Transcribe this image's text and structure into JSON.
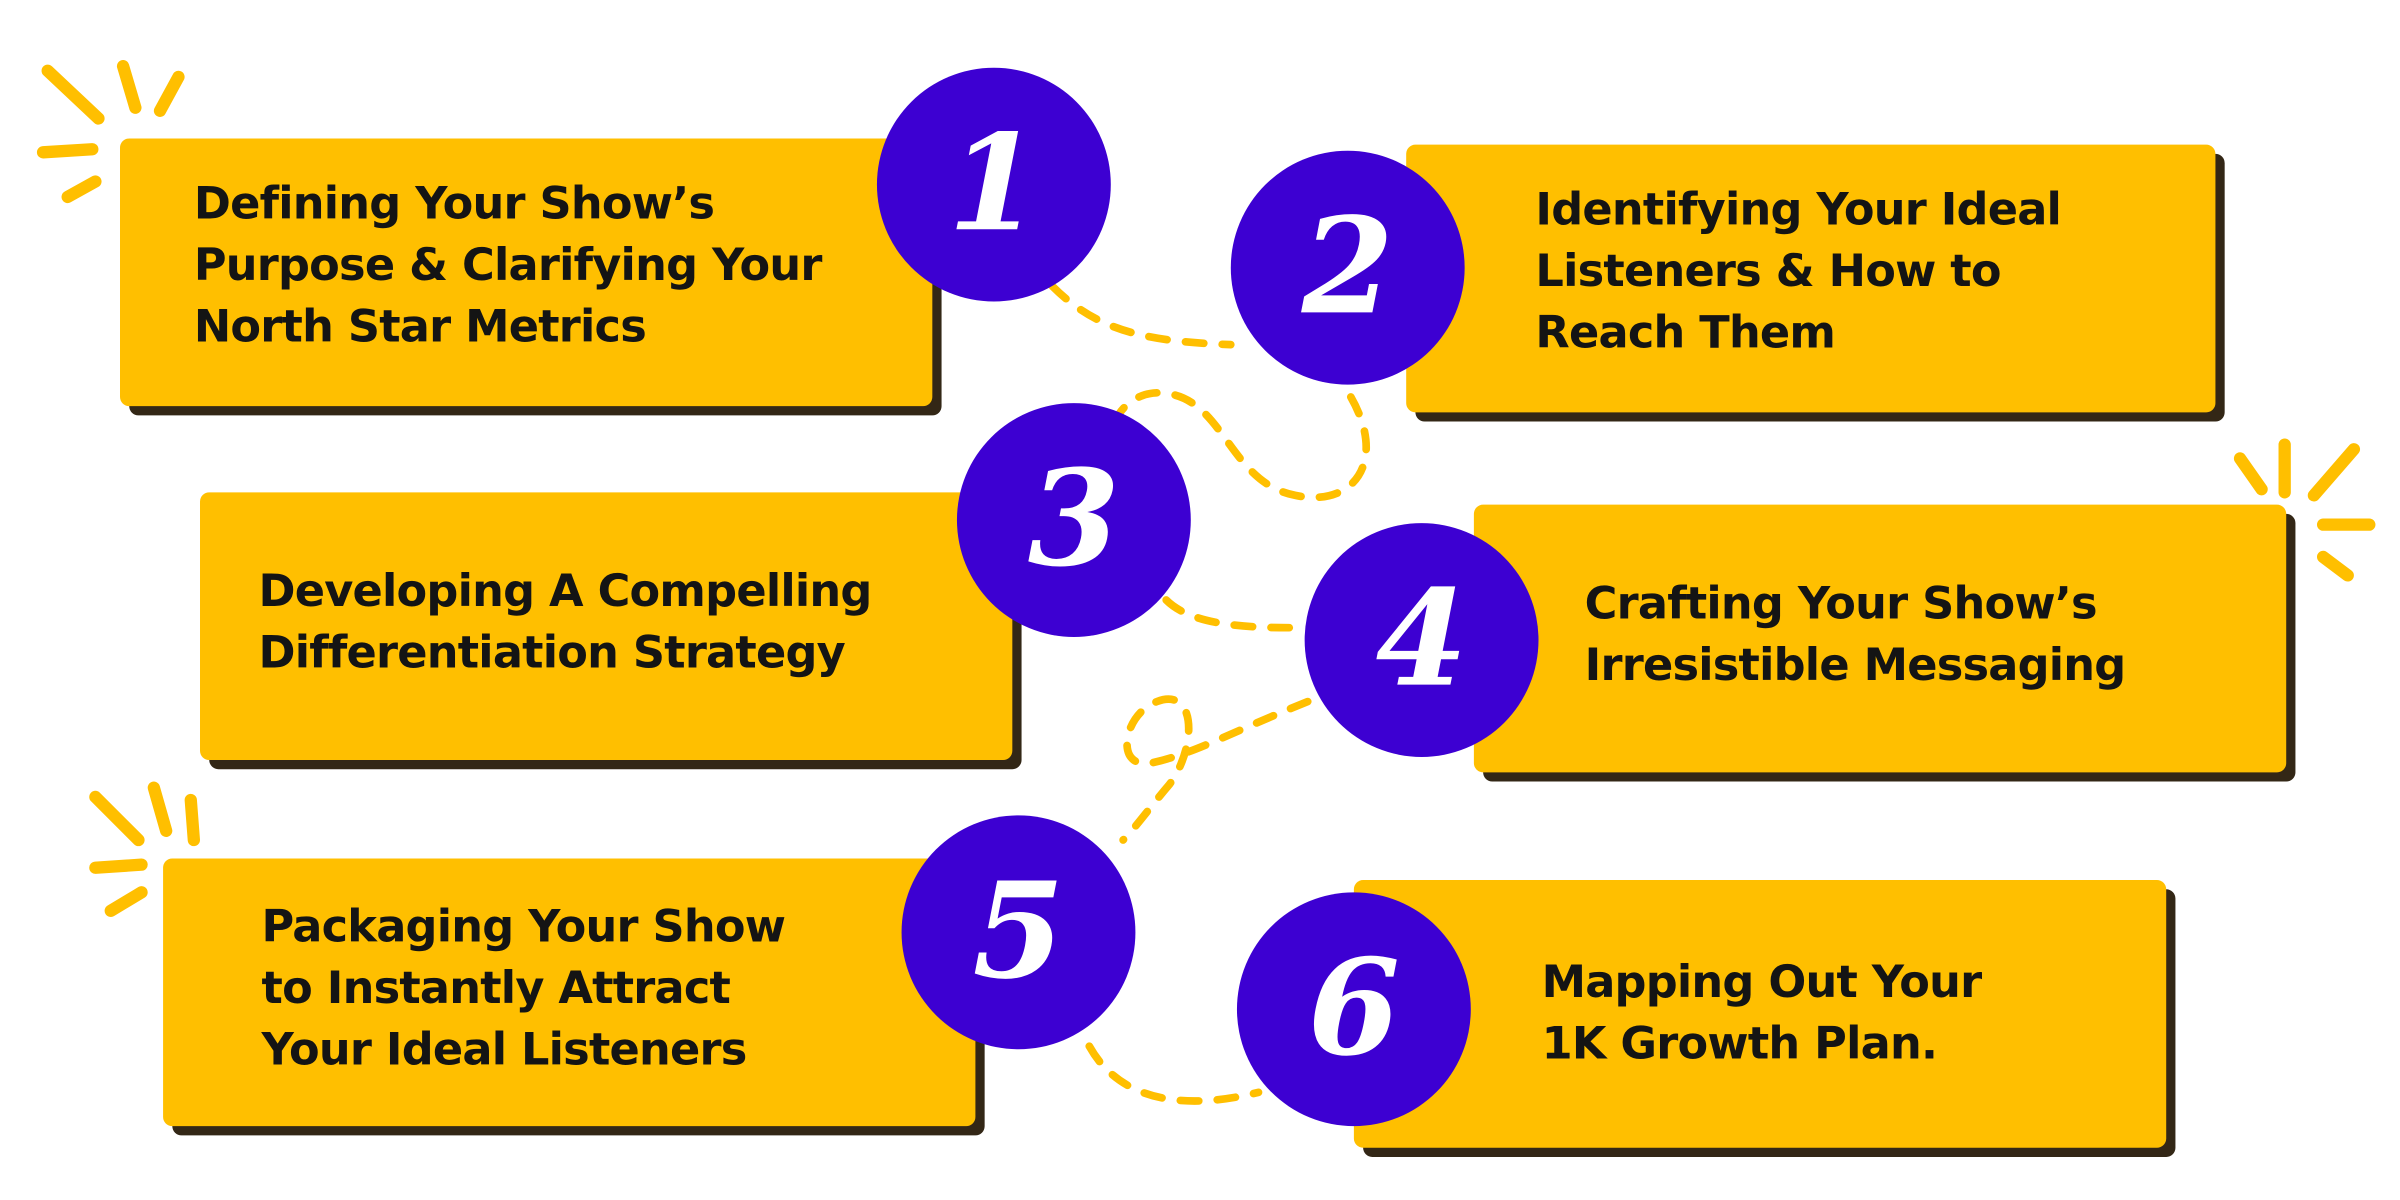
{
  "colors": {
    "card": "#FFBF00",
    "shadow": "#332716",
    "badge": "#3D00D2",
    "accent": "#FFBF00",
    "text": "#141414"
  },
  "steps": [
    {
      "number": "1",
      "lines": [
        "Defining Your Show’s",
        "Purpose & Clarifying Your",
        "North Star Metrics"
      ]
    },
    {
      "number": "2",
      "lines": [
        "Identifying Your Ideal",
        "Listeners & How to",
        "Reach Them"
      ]
    },
    {
      "number": "3",
      "lines": [
        "Developing A Compelling",
        "Differentiation Strategy"
      ]
    },
    {
      "number": "4",
      "lines": [
        "Crafting Your Show’s",
        "Irresistible Messaging"
      ]
    },
    {
      "number": "5",
      "lines": [
        "Packaging Your Show",
        "to Instantly Attract",
        "Your Ideal Listeners"
      ]
    },
    {
      "number": "6",
      "lines": [
        "Mapping Out Your",
        "1K Growth Plan."
      ]
    }
  ]
}
